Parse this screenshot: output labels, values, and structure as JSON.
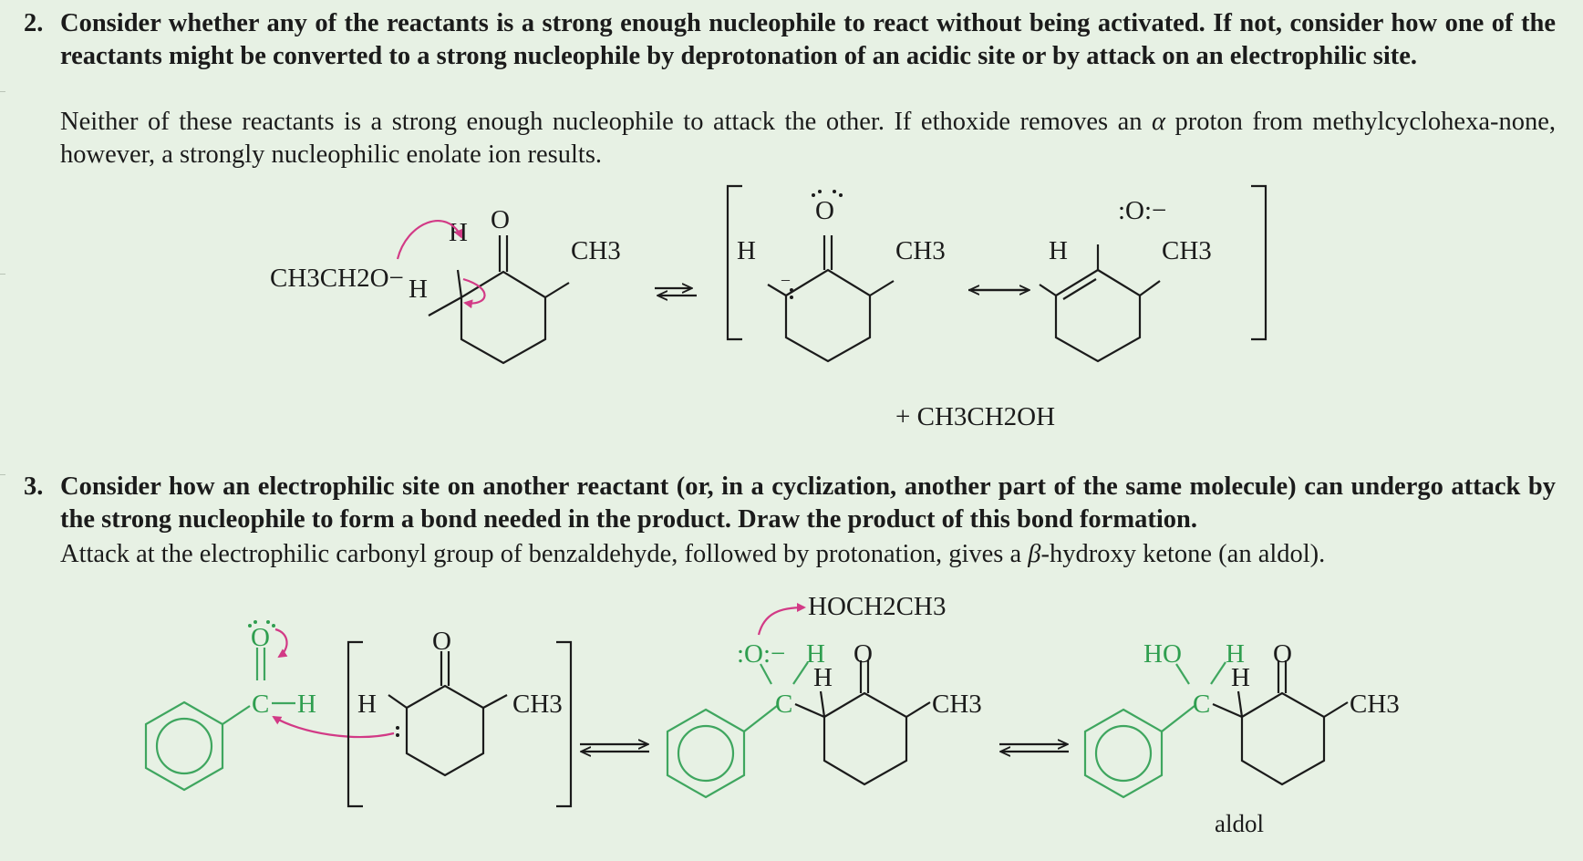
{
  "step2": {
    "number": "2.",
    "heading": "Consider whether any of the reactants is a strong enough nucleophile to react without being activated. If not, consider how one of the reactants might be converted to a strong nucleophile by deprotonation of an acidic site or by attack on an electrophilic site.",
    "body_before": "Neither of these reactants is a strong enough nucleophile to attack the other. If ethoxide removes an ",
    "body_greek": "α",
    "body_after": " proton from methylcyclohexa-none, however, a strongly nucleophilic enolate ion results.",
    "scheme": {
      "ethoxide": "CH3CH2O−",
      "h_alpha": "H",
      "h_lower": "H",
      "carbonyl_o": "O",
      "methyl": "CH3",
      "res1_h": "H",
      "res1_o": "O",
      "res1_methyl": "CH3",
      "res2_h": "H",
      "res2_o": ":O:−",
      "res2_methyl": "CH3",
      "byproduct": "+ CH3CH2OH"
    }
  },
  "step3": {
    "number": "3.",
    "heading": "Consider how an electrophilic site on another reactant (or, in a cyclization, another part of the same molecule) can undergo attack by the strong nucleophile to form a bond needed in the product. Draw the product of this bond formation.",
    "body_before": "Attack at the electrophilic carbonyl group of benzaldehyde, followed by protonation, gives a ",
    "body_greek": "β",
    "body_after": "-hydroxy ketone (an aldol).",
    "scheme": {
      "benz_o": "O",
      "benz_c": "C",
      "benz_h": "H",
      "enolate_h": "H",
      "enolate_o": "O",
      "enolate_methyl": "CH3",
      "solvent": "HOCH2CH3",
      "alkoxide_o": ":O:−",
      "int_h1": "H",
      "int_h2": "H",
      "int_c": "C",
      "int_o": "O",
      "int_methyl": "CH3",
      "prod_ho": "HO",
      "prod_h1": "H",
      "prod_h2": "H",
      "prod_c": "C",
      "prod_o": "O",
      "prod_methyl": "CH3",
      "product_label": "aldol"
    }
  },
  "colors": {
    "background": "#e7f1e4",
    "text": "#1b1b1b",
    "green": "#2f9e4f",
    "pink_arrow": "#d23a86"
  }
}
